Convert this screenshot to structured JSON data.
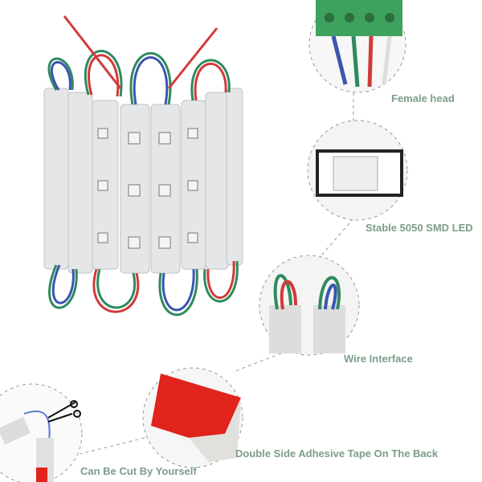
{
  "callouts": [
    {
      "label": "Female head"
    },
    {
      "label": "Stable 5050 SMD LED"
    },
    {
      "label": "Wire Interface"
    },
    {
      "label": "Double Side Adhesive Tape On The Back"
    },
    {
      "label": "Can Be Cut By Yourself"
    }
  ],
  "colors": {
    "label": "#7b9e88",
    "wire_red": "#d23a3a",
    "wire_green": "#2f8a5e",
    "wire_blue": "#3b55b0",
    "tape": "#e0231c",
    "connector": "#3fa15e"
  }
}
